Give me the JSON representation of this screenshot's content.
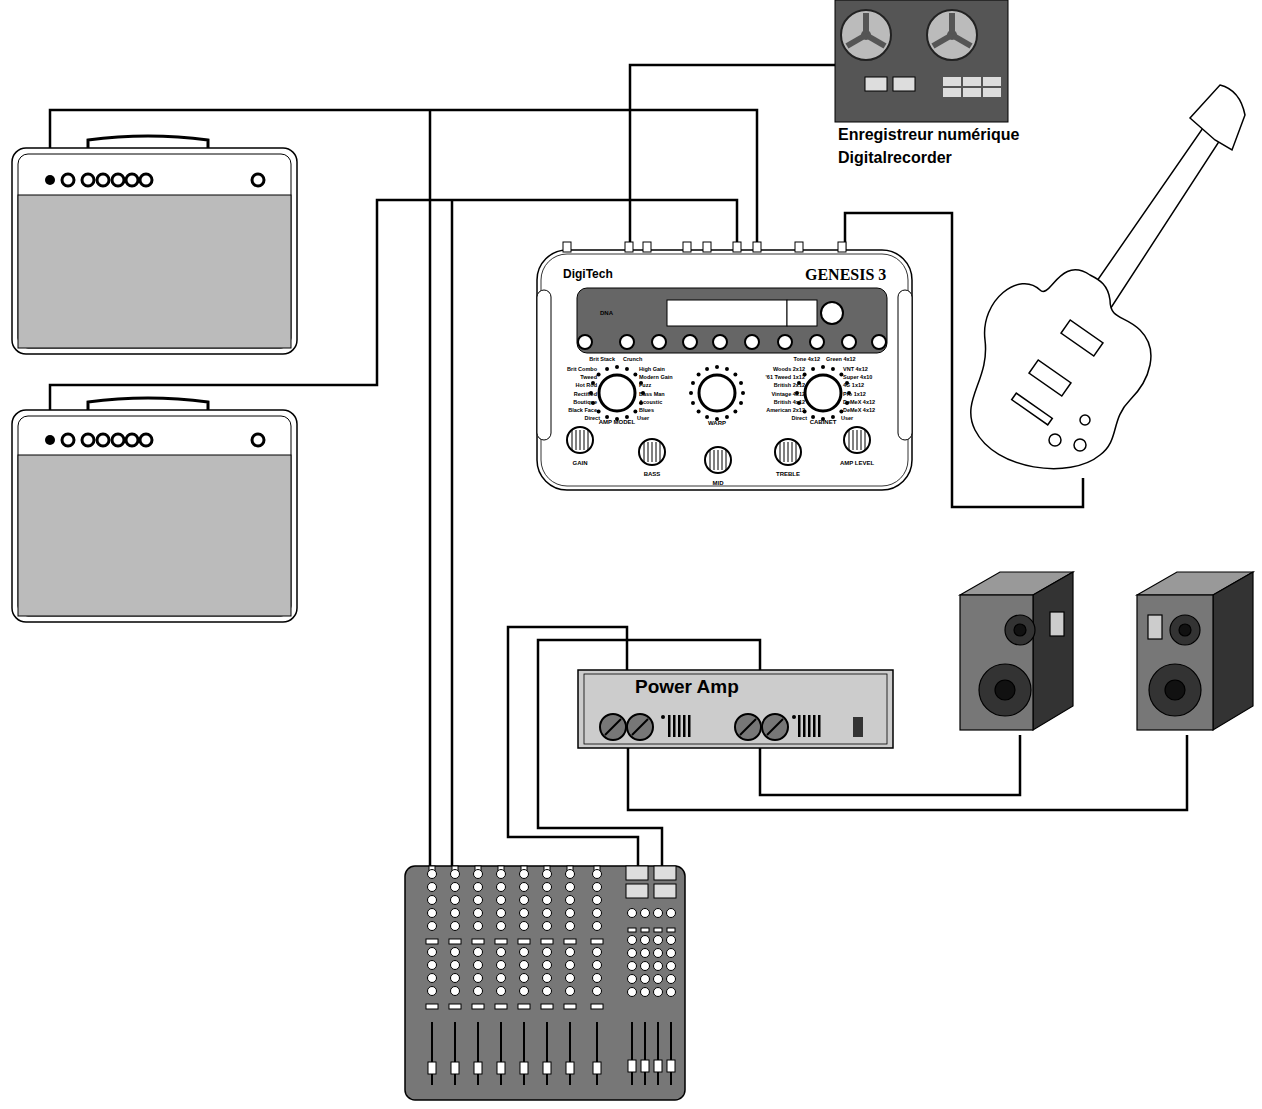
{
  "diagram": {
    "nodes": [
      {
        "text": [
          "Enregistreur numérique",
          "Digitalrecorder"
        ]
      },
      {
        "text": [
          "DigiTech",
          "GENESIS 3",
          "DNA",
          "Brit Stack",
          "Crunch",
          "Brit Combo",
          "High Gain",
          "Tweed",
          "Modern Gain",
          "Hot Rod",
          "Fuzz",
          "Rectified",
          "Bass Man",
          "Boutique",
          "Acoustic",
          "Black Face",
          "Blues",
          "Direct",
          "User",
          "AMP MODEL",
          "WARP",
          "Tone 4x12",
          "Green 4x12",
          "Woods 2x12",
          "VNT 4x12",
          "'61 Tweed 1x12",
          "Super 4x10",
          "British 2x12",
          "4G 1x12",
          "Vintage 4x12",
          "Pro 1x12",
          "British 4x12",
          "DeMeX 4x12",
          "American 2x12",
          "DeMeX 4x12",
          "Direct",
          "User",
          "CABINET",
          "GAIN",
          "BASS",
          "MID",
          "TREBLE",
          "AMP LEVEL"
        ]
      },
      {
        "text": [
          "Power Amp"
        ]
      }
    ],
    "edges": [
      {
        "from": 1,
        "to": 0,
        "arrow": "none"
      }
    ]
  }
}
